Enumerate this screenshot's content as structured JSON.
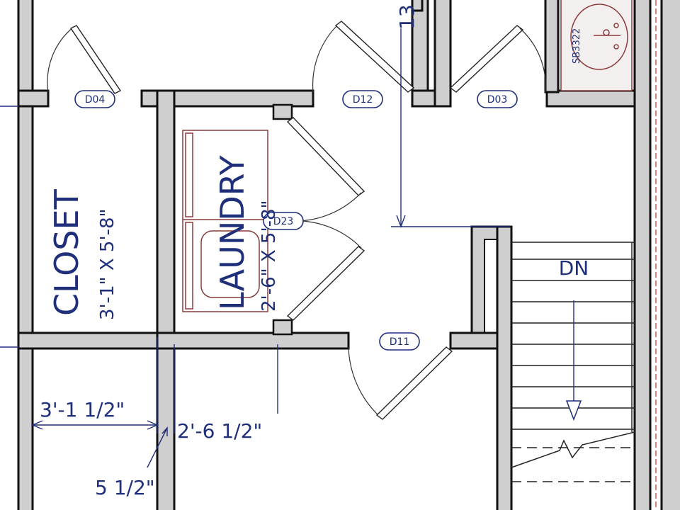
{
  "plan": {
    "doors": [
      {
        "id": "door-d04",
        "label": "D04"
      },
      {
        "id": "door-d12",
        "label": "D12"
      },
      {
        "id": "door-d03",
        "label": "D03"
      },
      {
        "id": "door-d23",
        "label": "D23"
      },
      {
        "id": "door-d11",
        "label": "D11"
      }
    ],
    "rooms": {
      "closet": {
        "name": "CLOSET",
        "size": "3'-1\" X 5'-8\""
      },
      "laundry": {
        "name": "LAUNDRY",
        "size": "2'-6\" X 5'-8\""
      }
    },
    "dimensions": {
      "left_width": "3'-1 1/2\"",
      "laundry_width": "2'-6 1/2\"",
      "wall_thickness": "5 1/2\"",
      "top_partial": "13"
    },
    "stairs": {
      "direction_label": "DN"
    },
    "fixture": {
      "sink_code": "SB3322"
    },
    "colors": {
      "annotation": "#1f2f7a",
      "fixture": "#8a3a3a",
      "wall": "#cfcfcf"
    }
  }
}
